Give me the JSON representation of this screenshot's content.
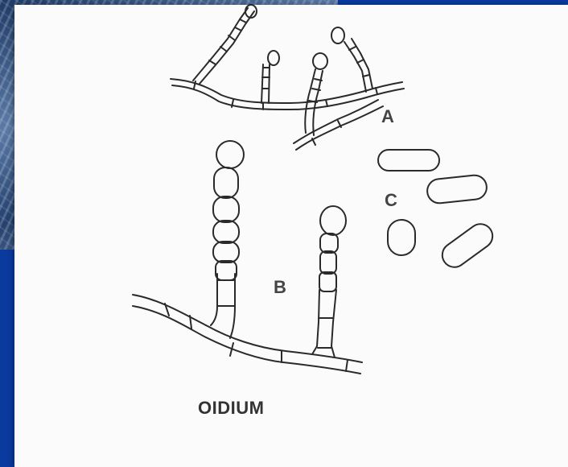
{
  "slide": {
    "corner_title": "",
    "caption": "OIDIUM",
    "labels": {
      "a": "A",
      "b": "B",
      "c": "C"
    }
  },
  "colors": {
    "background_blue": "#0a3a9e",
    "paper": "#fbfbfb",
    "ink": "#2a2a2a"
  }
}
